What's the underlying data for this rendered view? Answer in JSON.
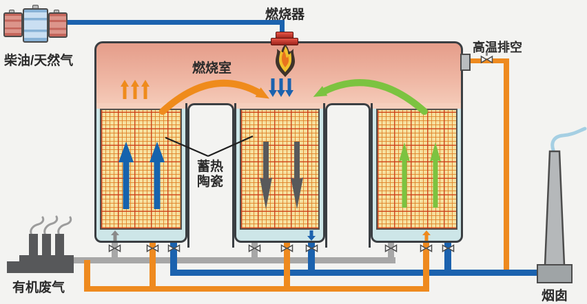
{
  "labels": {
    "fuel": "柴油/天然气",
    "burner": "燃烧器",
    "chamber": "燃烧室",
    "vent": "高温排空",
    "ceramic1": "蓄热",
    "ceramic2": "陶瓷",
    "waste": "有机废气",
    "chimney": "烟囱"
  },
  "towers": [
    {
      "id": "tower-1",
      "media": "ceramic-bed",
      "flow_direction": "up",
      "flow_arrow_color": "#1663ad"
    },
    {
      "id": "tower-2",
      "media": "ceramic-bed",
      "flow_direction": "down",
      "flow_arrow_color": "#58595b"
    },
    {
      "id": "tower-3",
      "media": "ceramic-bed",
      "flow_direction": "up",
      "flow_arrow_color": "#7cc340"
    }
  ],
  "colors": {
    "background": "#f3f3f1",
    "vessel_border": "#3a3e42",
    "chamber_pink_top": "#e59d8a",
    "chamber_pink_bottom": "#f6cfbd",
    "tower_plenum": "#cde6e8",
    "bed_base": "#f6e1a0",
    "bed_grid_orange": "#e08228",
    "bed_grid_red": "#cd3c19",
    "pipe_gray": "#a7a7a7",
    "pipe_blue": "#1b62ae",
    "pipe_orange": "#ee8a1f",
    "arrow_orange": "#ef8b1c",
    "arrow_green": "#7cc340",
    "arrow_blue": "#1663ad",
    "arrow_gray": "#58595b",
    "burner_red": "#c8392f",
    "flame_outer": "#3f332a",
    "flame_mid": "#f2c02c",
    "flame_core": "#e8731e",
    "smoke_blue": "#a5cfe3",
    "smoke_gray": "#9c9c9c",
    "structure_gray": "#57585a"
  }
}
